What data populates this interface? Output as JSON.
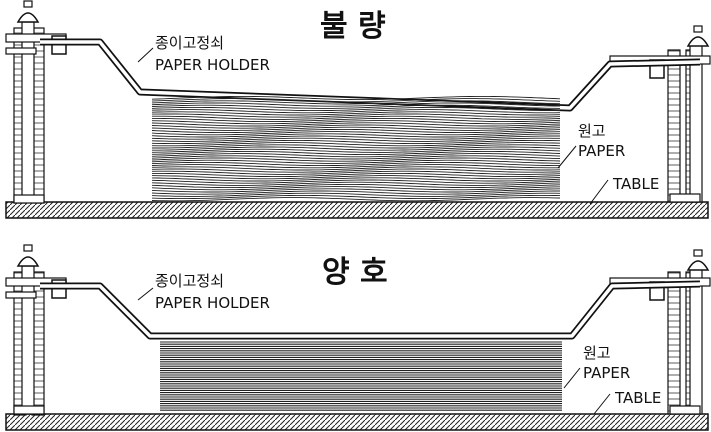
{
  "panels": [
    {
      "id": "bad",
      "title": "불 량",
      "holder_label_ko": "종이고정쇠",
      "holder_label_en": "PAPER HOLDER",
      "paper_label_ko": "원고",
      "paper_label_en": "PAPER",
      "table_label": "TABLE",
      "stack_state": "wavy"
    },
    {
      "id": "good",
      "title": "양 호",
      "holder_label_ko": "종이고정쇠",
      "holder_label_en": "PAPER HOLDER",
      "paper_label_ko": "원고",
      "paper_label_en": "PAPER",
      "table_label": "TABLE",
      "stack_state": "flat"
    }
  ],
  "colors": {
    "ink": "#111111",
    "background": "#ffffff"
  }
}
